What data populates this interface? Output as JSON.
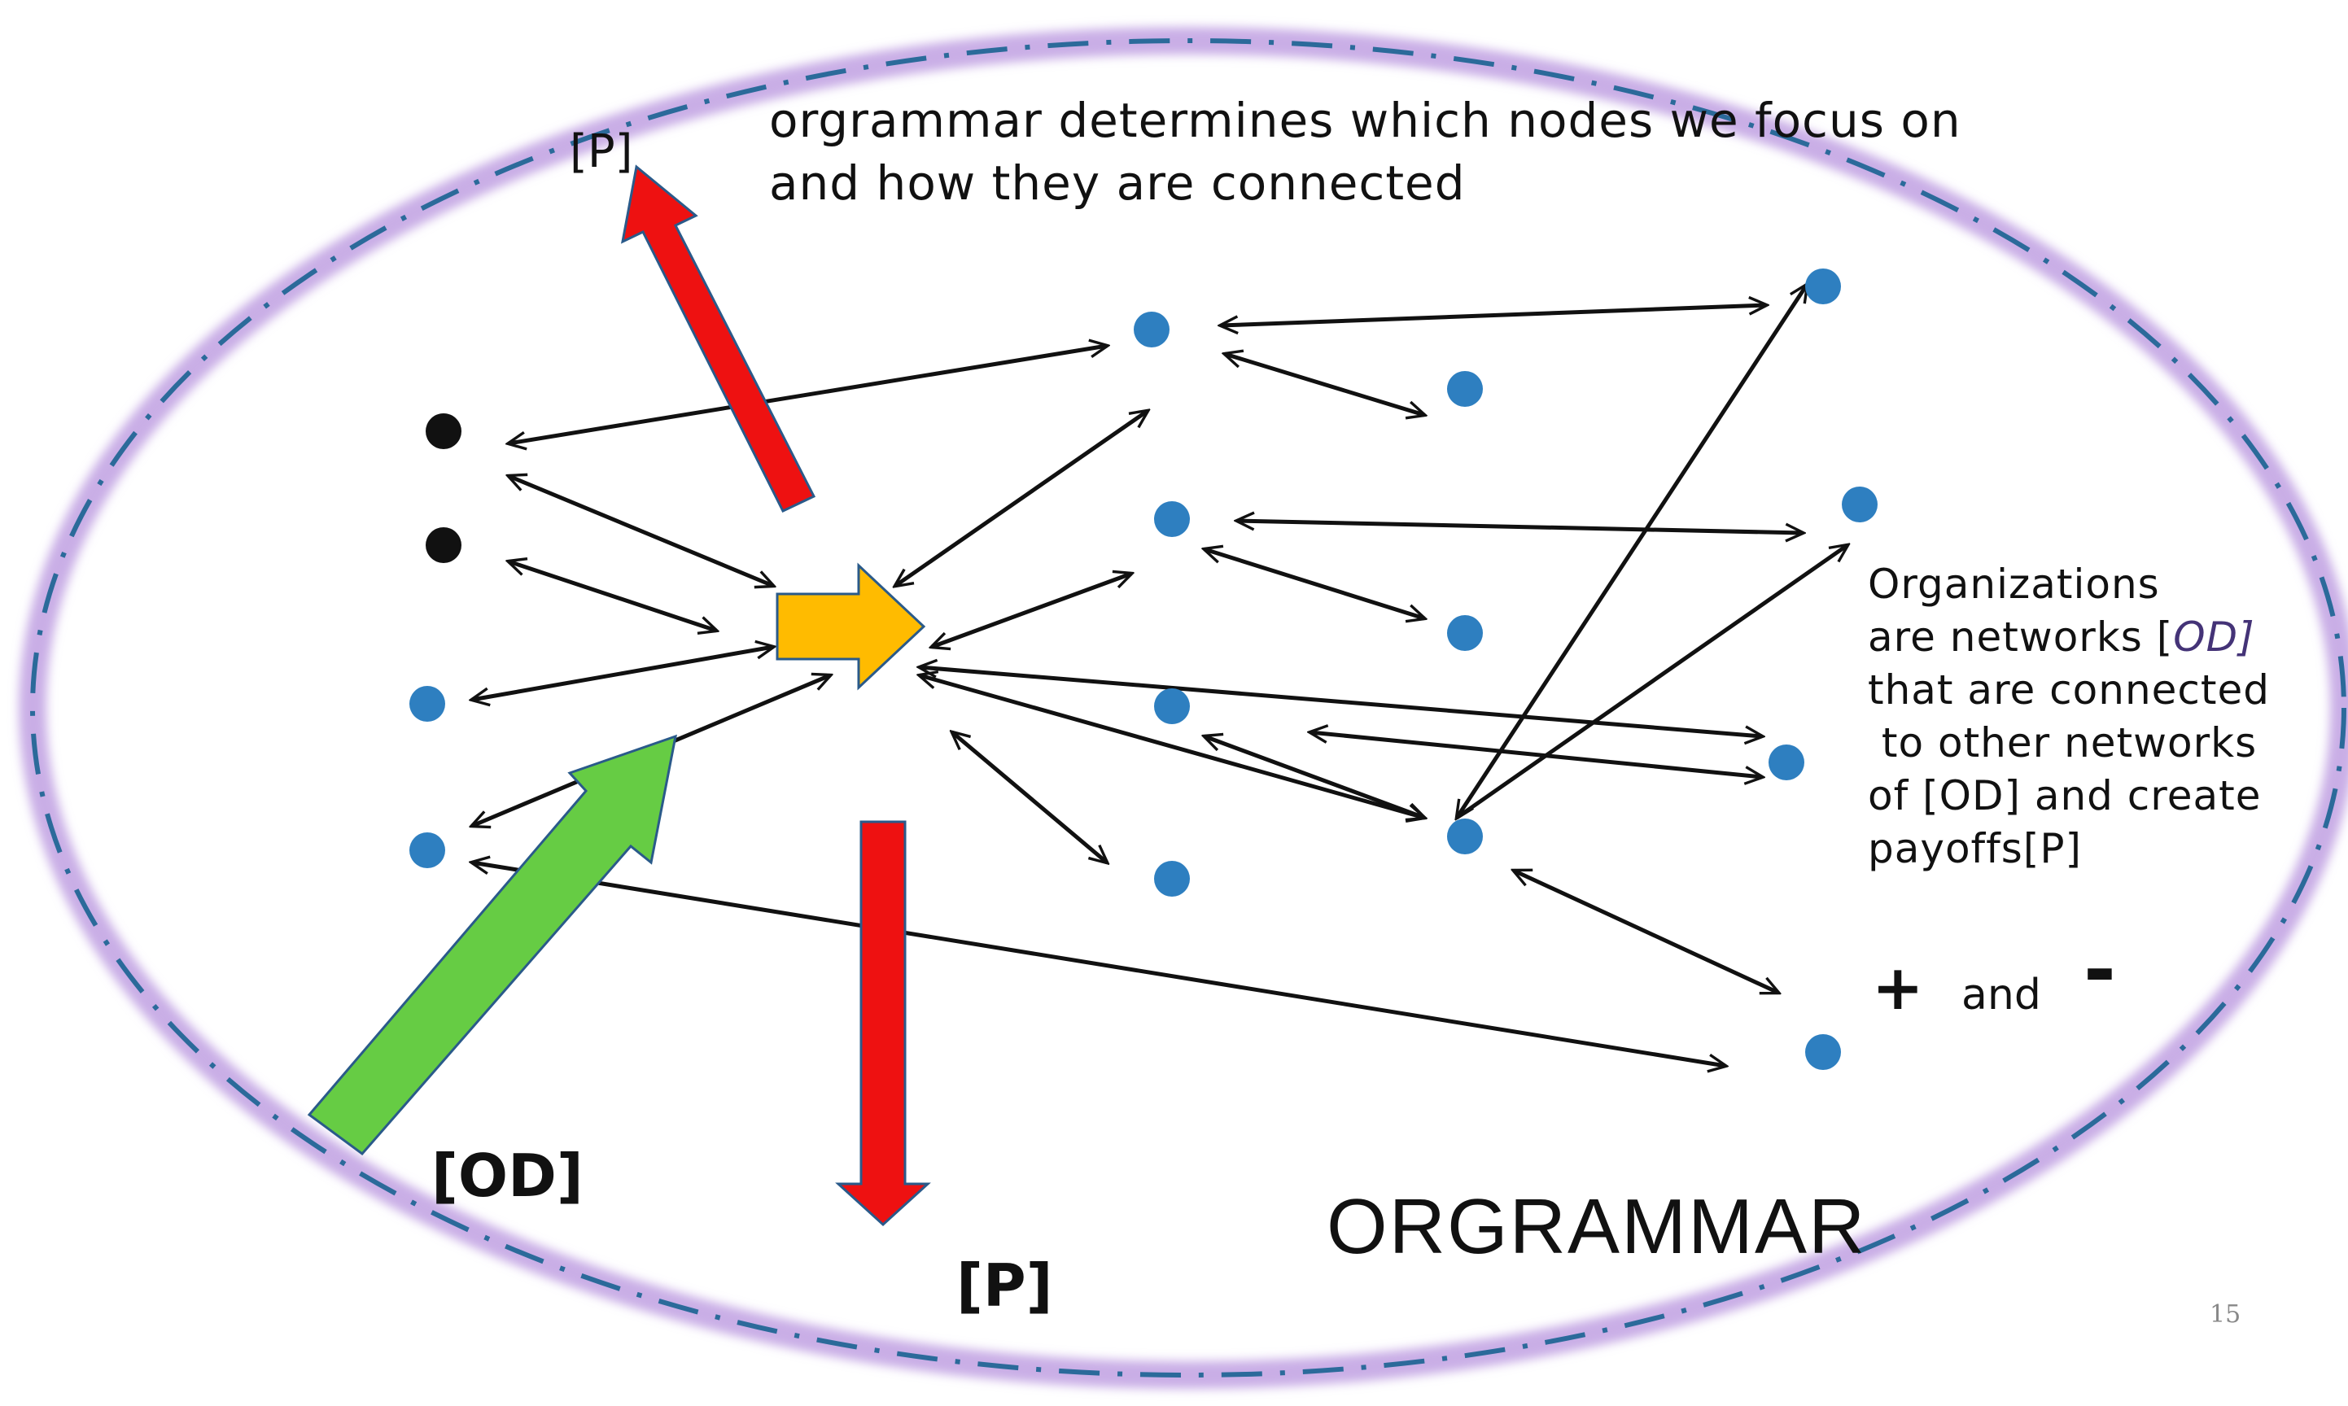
{
  "heading": [
    "orgrammar determines which nodes we focus on",
    "and how they are connected"
  ],
  "side_note": [
    "Organizations",
    "are networks [",
    "OD",
    "]",
    "that are connected",
    " to other networks",
    "of [OD] and create",
    "payoffs[P]"
  ],
  "labels": {
    "p_top": "[P]",
    "od": "[OD]",
    "p_bottom": "[P]",
    "plus": "+",
    "and": "and",
    "minus": "-",
    "title": "ORGRAMMAR",
    "page_number": "15"
  },
  "colors": {
    "boundary_glow": "#c9aee6",
    "boundary_dash": "#2b6a9a",
    "node_blue": "#2e7fc0",
    "node_dark": "#111111",
    "red_arrow": "#ee1111",
    "green_arrow": "#66cc44",
    "yellow_arrow": "#ffbb00",
    "connector": "#111111"
  }
}
